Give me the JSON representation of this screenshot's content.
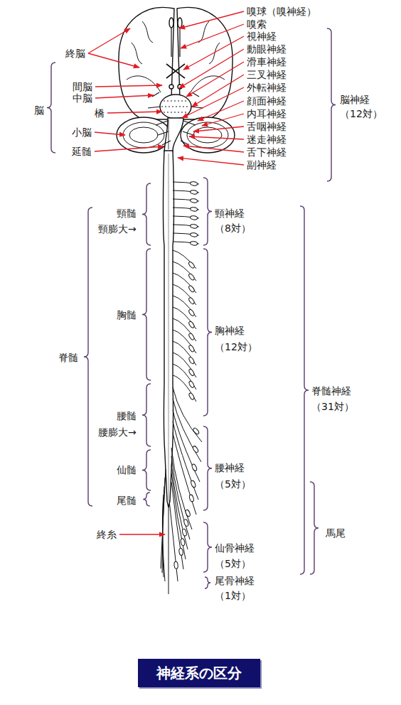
{
  "diagram": {
    "title": "神経系の区分",
    "labels": [
      "終脳",
      "間脳",
      "中脳",
      "橋",
      "小脳",
      "延髄",
      "脳",
      "嗅球（嗅神経）",
      "嗅索",
      "視神経",
      "動眼神経",
      "滑車神経",
      "三叉神経",
      "外転神経",
      "顔面神経",
      "内耳神経",
      "舌咽神経",
      "迷走神経",
      "舌下神経",
      "副神経",
      "脳神経",
      "（12対）",
      "頸髄",
      "頸膨大→",
      "胸髄",
      "腰髄",
      "腰膨大→",
      "仙髄",
      "尾髄",
      "脊髄",
      "終糸",
      "頸神経",
      "（8対）",
      "胸神経",
      "（12対）",
      "腰神経",
      "（5対）",
      "仙骨神経",
      "（5対）",
      "尾骨神経",
      "（1対）",
      "脊髄神経",
      "（31対）",
      "馬尾"
    ]
  }
}
